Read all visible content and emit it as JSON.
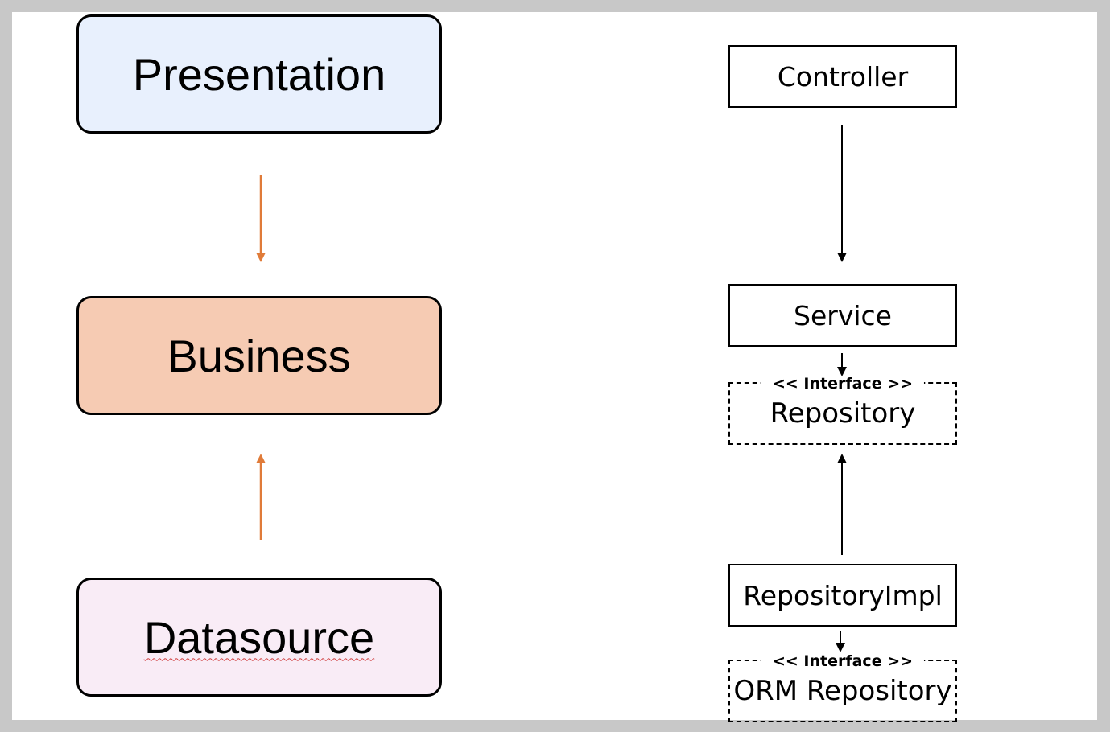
{
  "layers": {
    "presentation": {
      "label": "Presentation",
      "fill": "#e8f0fd"
    },
    "business": {
      "label": "Business",
      "fill": "#f6cbb3"
    },
    "datasource": {
      "label": "Datasource",
      "fill": "#f9ecf6"
    }
  },
  "components": {
    "controller": "Controller",
    "service": "Service",
    "repository": {
      "stereotype": "<< Interface >>",
      "name": "Repository"
    },
    "repository_impl": "RepositoryImpl",
    "orm_repository": {
      "stereotype": "<< Interface >>",
      "name": "ORM Repository"
    }
  },
  "colors": {
    "layer_arrow": "#e07b39",
    "component_arrow": "#000000"
  }
}
